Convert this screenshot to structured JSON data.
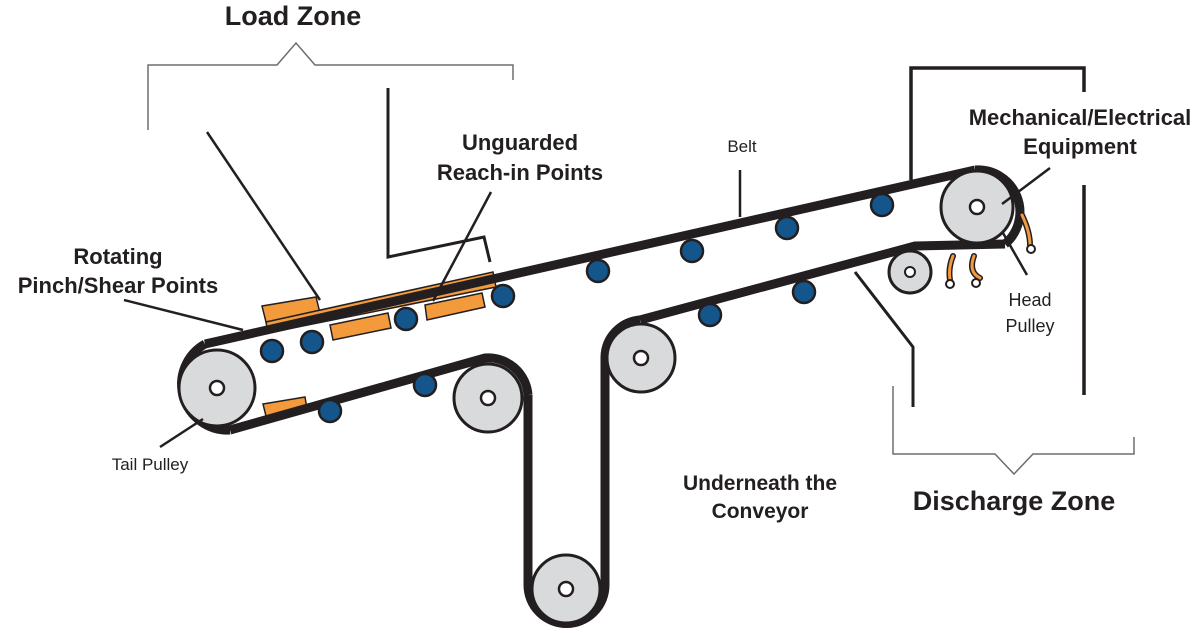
{
  "title": "Conveyor Hazard Areas",
  "colors": {
    "belt": "#231f20",
    "pulley_fill": "#d9dadb",
    "idler": "#14568c",
    "material": "#f39a3c",
    "bracket": "#6d6e70"
  },
  "zones": {
    "load": "Load Zone",
    "discharge": "Discharge Zone"
  },
  "labels": {
    "unguarded_line1": "Unguarded",
    "unguarded_line2": "Reach-in Points",
    "rotating_line1": "Rotating",
    "rotating_line2": "Pinch/Shear Points",
    "belt": "Belt",
    "mech_line1": "Mechanical/Electrical",
    "mech_line2": "Equipment",
    "head_line1": "Head",
    "head_line2": "Pulley",
    "tail": "Tail Pulley",
    "under_line1": "Underneath the",
    "under_line2": "Conveyor"
  }
}
